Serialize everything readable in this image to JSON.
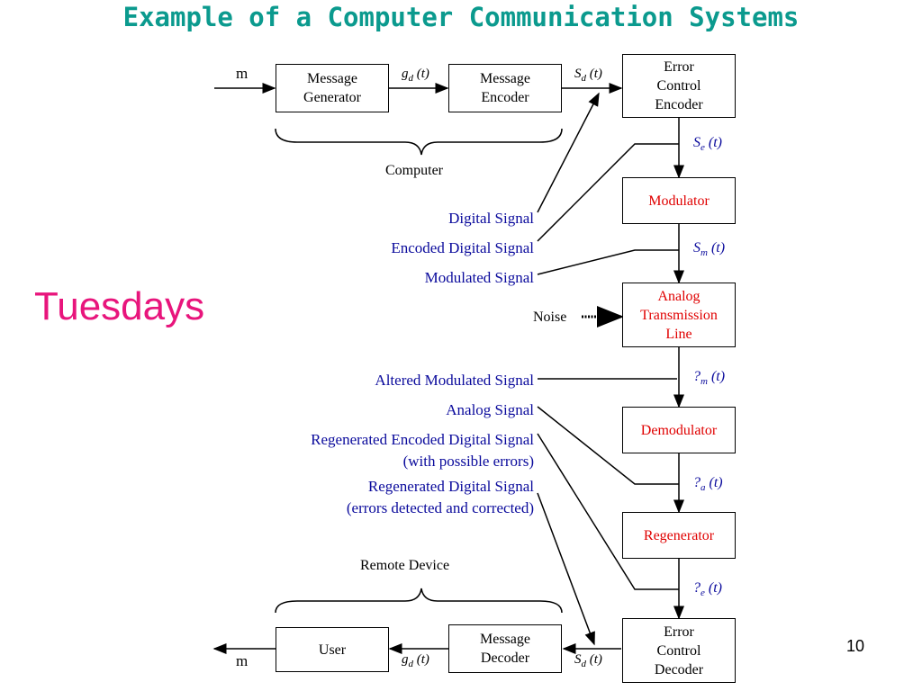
{
  "title": "Example of a Computer Communication Systems",
  "side_label": "Tuesdays",
  "page_number": "10",
  "input_symbol": "m",
  "output_symbol": "m",
  "blocks": {
    "message_generator": "Message\nGenerator",
    "message_encoder": "Message\nEncoder",
    "error_control_encoder": "Error\nControl\nEncoder",
    "modulator": "Modulator",
    "analog_transmission_line": "Analog\nTransmission\nLine",
    "demodulator": "Demodulator",
    "regenerator": "Regenerator",
    "error_control_decoder": "Error\nControl\nDecoder",
    "message_decoder": "Message\nDecoder",
    "user": "User"
  },
  "signals": {
    "gd_top": "g_d (t)",
    "sd_top": "S_d (t)",
    "se": "S_e (t)",
    "sm": "S_m (t)",
    "qm": "?_m (t)",
    "qa": "?_a (t)",
    "qe": "?_e (t)",
    "sd_bottom": "S_d (t)",
    "gd_bottom": "g_d (t)"
  },
  "group_labels": {
    "computer": "Computer",
    "remote_device": "Remote Device"
  },
  "noise_label": "Noise",
  "descriptions": {
    "digital_signal": "Digital Signal",
    "encoded_digital_signal": "Encoded Digital Signal",
    "modulated_signal": "Modulated Signal",
    "altered_modulated_signal": "Altered Modulated Signal",
    "analog_signal": "Analog Signal",
    "regenerated_encoded": "Regenerated Encoded Digital Signal\n(with possible errors)",
    "regenerated_digital": "Regenerated Digital Signal\n(errors detected and corrected)"
  },
  "colors": {
    "title": "#0b9a8e",
    "side_label": "#e8157c",
    "description_text": "#0a0a9c",
    "highlight_block_text": "#e00000"
  }
}
